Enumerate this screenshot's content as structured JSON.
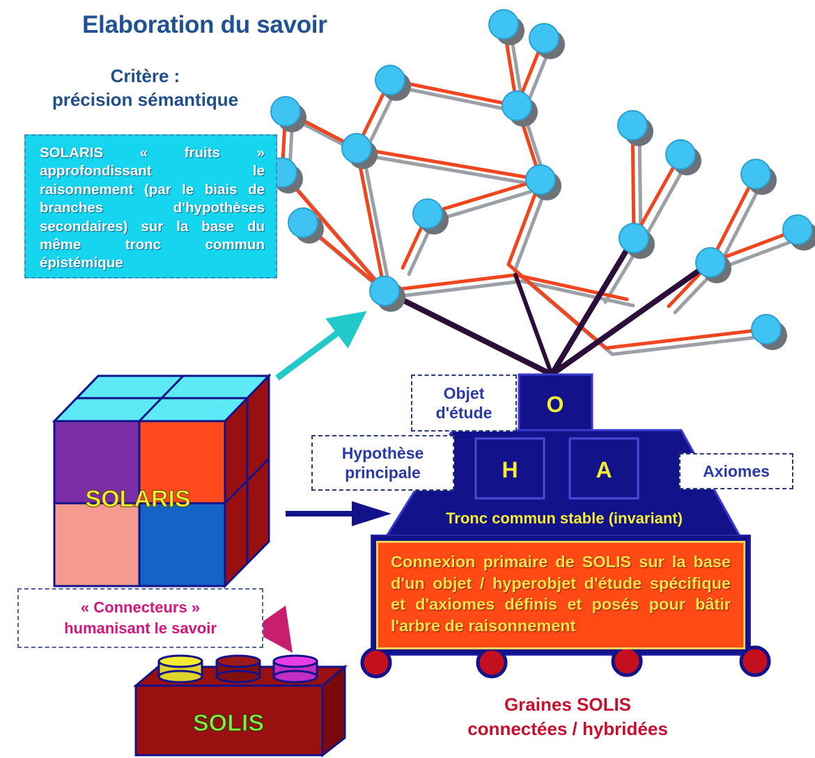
{
  "title": "Elaboration du savoir",
  "criterion": {
    "line1": "Critère :",
    "line2": "précision sémantique"
  },
  "fruits_box": {
    "text": "SOLARIS « fruits » approfondissant le raisonnement (par le biais de branches d'hypothèses secondaires) sur la base du même tronc commun épistémique"
  },
  "cube": {
    "label": "SOLARIS",
    "colors": {
      "top": "#5ee9f7",
      "purple": "#7b2ea8",
      "orange": "#ff4a1e",
      "salmon": "#f59a8e",
      "blue": "#1464c8",
      "side": "#9a1010"
    }
  },
  "trunk": {
    "object_letter": "O",
    "hypothesis_letter": "H",
    "axioms_letter": "A",
    "base_label": "Tronc commun stable (invariant)"
  },
  "labels": {
    "objet_line1": "Objet",
    "objet_line2": "d'étude",
    "hypothese_line1": "Hypothèse",
    "hypothese_line2": "principale",
    "axiomes": "Axiomes"
  },
  "connexion_box": {
    "text": "Connexion primaire de SOLIS sur la base d'un objet / hyperobjet d'étude spécifique et d'axiomes définis et posés pour bâtir l'arbre de raisonnement"
  },
  "graines": {
    "line1": "Graines SOLIS",
    "line2": "connectées / hybridées"
  },
  "connecteurs": {
    "line1": "« Connecteurs »",
    "line2": "humanisant le savoir"
  },
  "solis_brick": {
    "label": "SOLIS",
    "stud_colors": [
      "#f5ec35",
      "#a01818",
      "#e63de6"
    ]
  },
  "colors": {
    "node": "#3fc3f2",
    "branch_red": "#f0451e",
    "branch_gray": "#9aa0a6",
    "trunk_dark": "#2b0f3a",
    "navy": "#12128a",
    "letter_yellow": "#f5ec35",
    "teal_arrow": "#22c9c9",
    "seed": "#c40f1e"
  }
}
